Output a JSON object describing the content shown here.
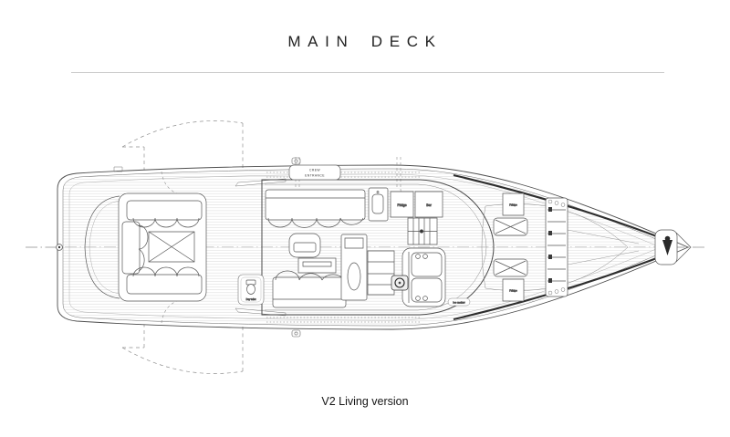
{
  "header": {
    "title": "MAIN DECK"
  },
  "footer": {
    "caption": "V2 Living version"
  },
  "colors": {
    "background": "#ffffff",
    "line": "#4d4d4d",
    "line_light": "#9a9a9a",
    "plank": "#cfcfcf",
    "separator": "#cccccc",
    "bold_sheer": "#2e2e2e",
    "text": "#1b1b1b"
  },
  "labels": {
    "crew_entrance_line1": "CREW",
    "crew_entrance_line2": "ENTRANCE",
    "salon": {
      "fridge": "Fridge",
      "bar": "Bar",
      "day_toilet": "Day toilet",
      "ice_maker": "Ice maker"
    },
    "bow": {
      "fridge_port": "Fridge",
      "fridge_starboard": "Fridge"
    }
  }
}
